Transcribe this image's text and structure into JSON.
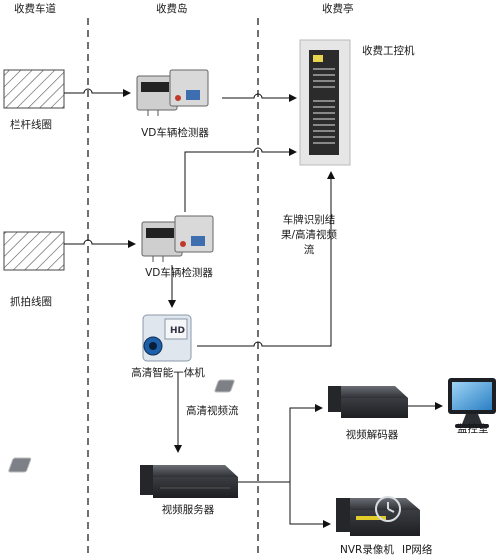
{
  "zones": {
    "lane": "收费车道",
    "island": "收费岛",
    "booth": "收费亭"
  },
  "nodes": {
    "barrier_coil": "栏杆线圈",
    "capture_coil": "抓拍线圈",
    "vd_detector_1": "VD车辆检测器",
    "vd_detector_2": "VD车辆检测器",
    "toll_pc": "收费工控机",
    "hd_camera": "高清智能一体机",
    "video_server": "视频服务器",
    "video_decoder": "视频解码器",
    "monitor_room": "监控室",
    "nvr": "NVR录像机",
    "ip_network": "IP网络"
  },
  "edges": {
    "plate_result": "车牌识别结果/高清视频流",
    "hd_stream": "高清视频流"
  }
}
